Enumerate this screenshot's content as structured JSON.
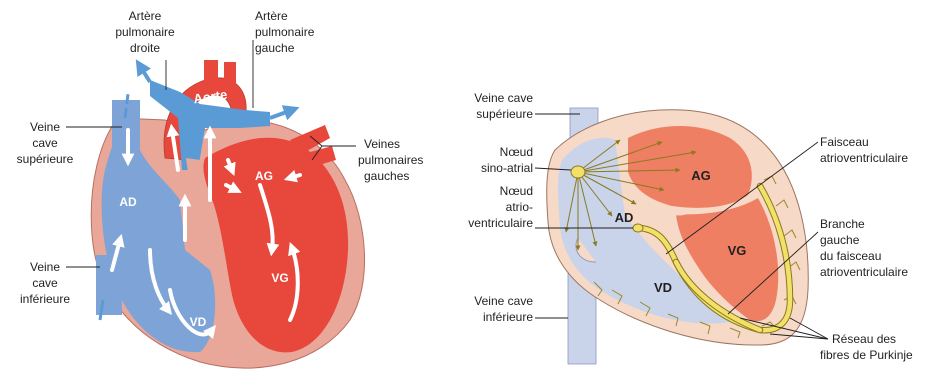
{
  "left_diagram": {
    "labels": {
      "aorte": "Aorte",
      "artere_pulmonaire_droite": [
        "Artère",
        "pulmonaire",
        "droite"
      ],
      "artere_pulmonaire_gauche": [
        "Artère",
        "pulmonaire",
        "gauche"
      ],
      "veine_cave_superieure": [
        "Veine",
        "cave",
        "supérieure"
      ],
      "veines_pulmonaires_gauches": [
        "Veines",
        "pulmonaires",
        "gauches"
      ],
      "veine_cave_inferieure": [
        "Veine",
        "cave",
        "inférieure"
      ]
    },
    "chambers": {
      "ad": "AD",
      "ag": "AG",
      "vd": "VD",
      "vg": "VG"
    },
    "colors": {
      "oxygenated": "#e8473c",
      "deoxygenated": "#7ea3d6",
      "wall": "#e9a79a",
      "flow_arrow": "#5b9bd5"
    }
  },
  "right_diagram": {
    "labels": {
      "veine_cave_superieure": [
        "Veine cave",
        "supérieure"
      ],
      "noeud_sino_atrial": [
        "Nœud",
        "sino-atrial"
      ],
      "noeud_atrio_ventriculaire": [
        "Nœud",
        "atrio-",
        "ventriculaire"
      ],
      "veine_cave_inferieure": [
        "Veine cave",
        "inférieure"
      ],
      "faisceau_atrioventriculaire": [
        "Faisceau",
        "atrioventriculaire"
      ],
      "branche_gauche": [
        "Branche",
        "gauche",
        "du faisceau",
        "atrioventriculaire"
      ],
      "reseau_purkinje": [
        "Réseau des",
        "fibres de Purkinje"
      ]
    },
    "chambers": {
      "ad": "AD",
      "ag": "AG",
      "vd": "VD",
      "vg": "VG"
    },
    "colors": {
      "left_side": "#ee7f63",
      "right_side": "#c9d3ea",
      "wall": "#f6d9c6",
      "conduction": "#f2e06a"
    }
  }
}
